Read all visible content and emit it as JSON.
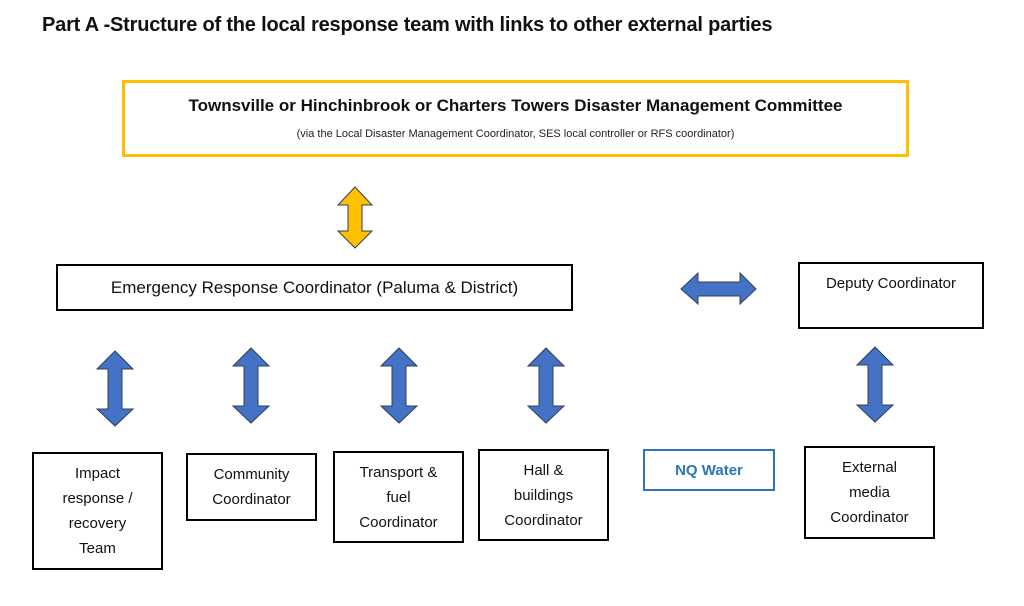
{
  "title": "Part A -Structure of the local response team with links to other external parties",
  "committee": {
    "name": "Townsville or Hinchinbrook or Charters Towers Disaster Management Committee",
    "subtitle": "(via the Local Disaster Management Coordinator, SES local controller or RFS coordinator)"
  },
  "coordinator": "Emergency Response Coordinator (Paluma & District)",
  "deputy": "Deputy Coordinator",
  "teams": {
    "impact": [
      "Impact",
      "response /",
      "recovery",
      "Team"
    ],
    "community": [
      "Community",
      "Coordinator"
    ],
    "transport": [
      "Transport &",
      "fuel",
      "Coordinator"
    ],
    "hall": [
      "Hall &",
      "buildings",
      "Coordinator"
    ],
    "external": [
      "External",
      "media",
      "Coordinator"
    ]
  },
  "nq_water": "NQ Water",
  "colors": {
    "committee_border": "#FFC000",
    "arrow_yellow": "#FFC000",
    "arrow_blue": "#4472C4",
    "arrow_outline": "#2F3E5A",
    "nq_water": "#2E75B6"
  },
  "connections": [
    {
      "from": "committee",
      "to": "coordinator",
      "type": "bidirectional",
      "color": "yellow"
    },
    {
      "from": "coordinator",
      "to": "deputy",
      "type": "bidirectional",
      "color": "blue"
    },
    {
      "from": "coordinator",
      "to": "impact",
      "type": "bidirectional",
      "color": "blue"
    },
    {
      "from": "coordinator",
      "to": "community",
      "type": "bidirectional",
      "color": "blue"
    },
    {
      "from": "coordinator",
      "to": "transport",
      "type": "bidirectional",
      "color": "blue"
    },
    {
      "from": "coordinator",
      "to": "hall",
      "type": "bidirectional",
      "color": "blue"
    },
    {
      "from": "deputy",
      "to": "external",
      "type": "bidirectional",
      "color": "blue"
    }
  ]
}
